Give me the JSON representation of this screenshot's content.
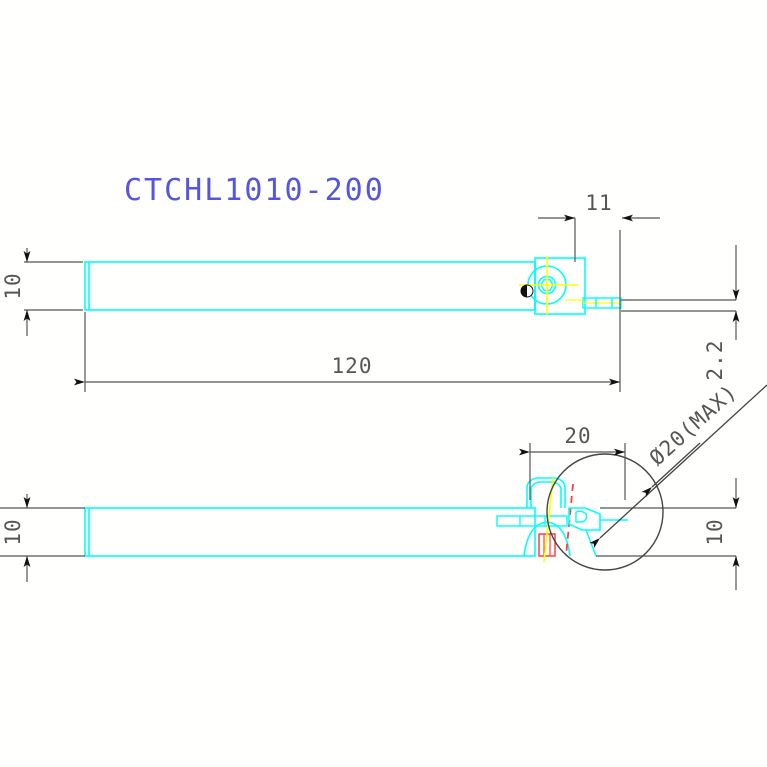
{
  "drawing": {
    "title_label": "CTCHL1010-200",
    "title_color": "#5555dd",
    "background_color": "#fffffd",
    "geometry_color": "#00ffff",
    "dimension_color": "#555555",
    "centerline_color": "#ffff00",
    "hidden_color": "#ff4040",
    "views": [
      {
        "name": "top-view",
        "label": "CTCHL1010-200"
      },
      {
        "name": "side-view",
        "label": ""
      }
    ]
  },
  "dimensions": {
    "top_view_height": "10",
    "top_view_length": "120",
    "head_offset": "11",
    "tip_thickness": "2.2",
    "side_view_height_left": "10",
    "side_view_height_right": "10",
    "head_width": "20",
    "max_diameter": "Ø20(MAX)"
  }
}
